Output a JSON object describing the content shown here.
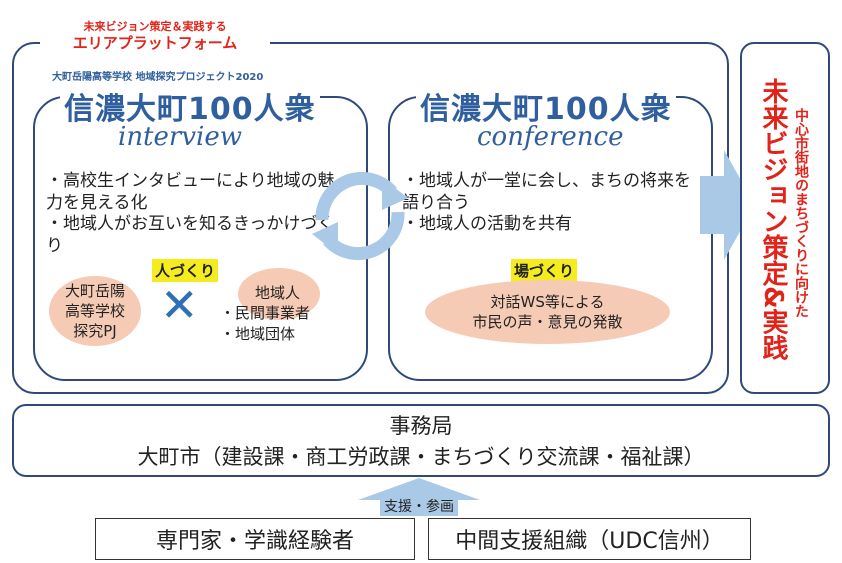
{
  "platform": {
    "subtitle": "未来ビジョン策定＆実践する",
    "title": "エリアプラットフォーム"
  },
  "interview": {
    "school_label": "大町岳陽高等学校 地域探究プロジェクト2020",
    "title": "信濃大町100人衆",
    "subtitle": "interview",
    "bullets": [
      "・高校生インタビューにより地域の魅力を見える化",
      "・地域人がお互いを知るきっかけづくり"
    ],
    "tag": "人づくり",
    "left_oval": "大町岳陽高等学校探究PJ",
    "cross": "✕",
    "right_lines": [
      "地域人",
      "・民間事業者",
      "・地域団体"
    ]
  },
  "conference": {
    "title": "信濃大町100人衆",
    "subtitle": "conference",
    "bullets": [
      "・地域人が一堂に会し、まちの将来を語り合う",
      "・地域人の活動を共有"
    ],
    "tag": "場づくり",
    "oval": [
      "対話WS等による",
      "市民の声・意見の発散"
    ]
  },
  "vision": {
    "main": "未来ビジョン策定&実践",
    "sub": "中心市街地のまちづくりに向けた"
  },
  "secretariat": {
    "title": "事務局",
    "body": "大町市（建設課・商工労政課・まちづくり交流課・福祉課）"
  },
  "support": {
    "label": "支援・参画",
    "left": "専門家・学識経験者",
    "right": "中間支援組織（UDC信州）"
  },
  "colors": {
    "navy": "#2f4a7a",
    "red": "#e2231a",
    "arrow": "#a9c9e6",
    "oval": "#f6cbb6",
    "highlight": "#f5ec20"
  }
}
